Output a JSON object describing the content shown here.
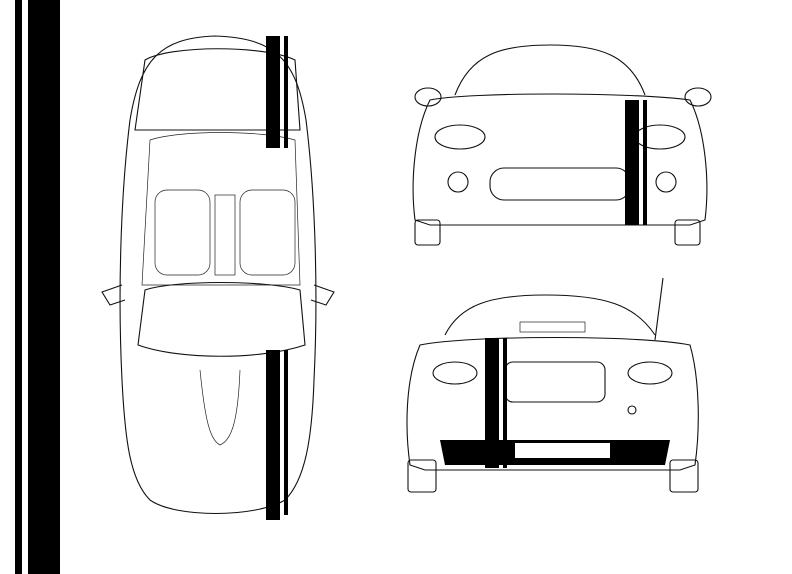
{
  "colors": {
    "stripe": "#000000",
    "background": "#ffffff",
    "line": "#111111"
  },
  "views": [
    {
      "name": "top-view"
    },
    {
      "name": "front-view"
    },
    {
      "name": "rear-view"
    }
  ]
}
